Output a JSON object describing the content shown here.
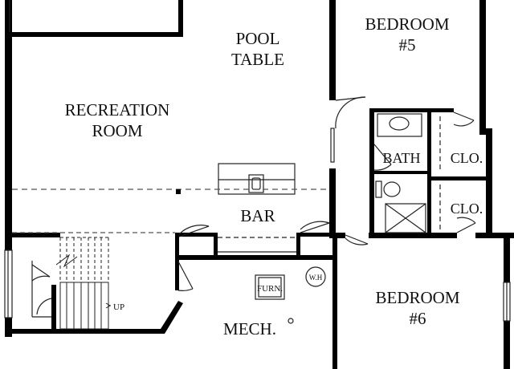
{
  "floor_plan": {
    "colors": {
      "wall": "#000000",
      "line": "#222222",
      "background": "#ffffff",
      "dash": "#555555"
    },
    "rooms": {
      "pool_table": [
        "POOL",
        "TABLE"
      ],
      "recreation_room": [
        "RECREATION",
        "ROOM"
      ],
      "bedroom_5": [
        "BEDROOM",
        "#5"
      ],
      "bedroom_6": [
        "BEDROOM",
        "#6"
      ],
      "bath": "BATH",
      "closet_upper": "CLO.",
      "closet_lower": "CLO.",
      "bar": "BAR",
      "mech": "MECH."
    },
    "fixtures": {
      "furnace": "FURN.",
      "water_heater": "W.H",
      "stair_direction": "UP"
    }
  }
}
